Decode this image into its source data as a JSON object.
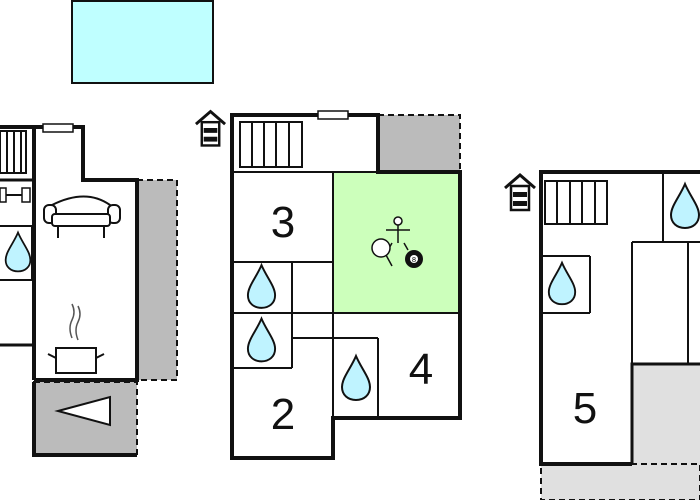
{
  "colors": {
    "wall": "#111111",
    "pool": "#bfffff",
    "game_room": "#ccffbb",
    "terrace": "#bbbbbb",
    "light_terrace": "#e0e0e0",
    "water_drop": "#bff3ff",
    "background": "#ffffff"
  },
  "rooms": {
    "room_3": "3",
    "room_4": "4",
    "room_2": "2",
    "room_5": "5"
  },
  "pool_ball_number": "8",
  "icons": [
    "house-level-icon",
    "stairs-icon",
    "water-drop-icon",
    "sofa-icon",
    "cooking-pot-icon",
    "dumbbell-icon",
    "table-tennis-icon",
    "table-football-icon",
    "billiard-ball-icon",
    "triangle-icon"
  ]
}
